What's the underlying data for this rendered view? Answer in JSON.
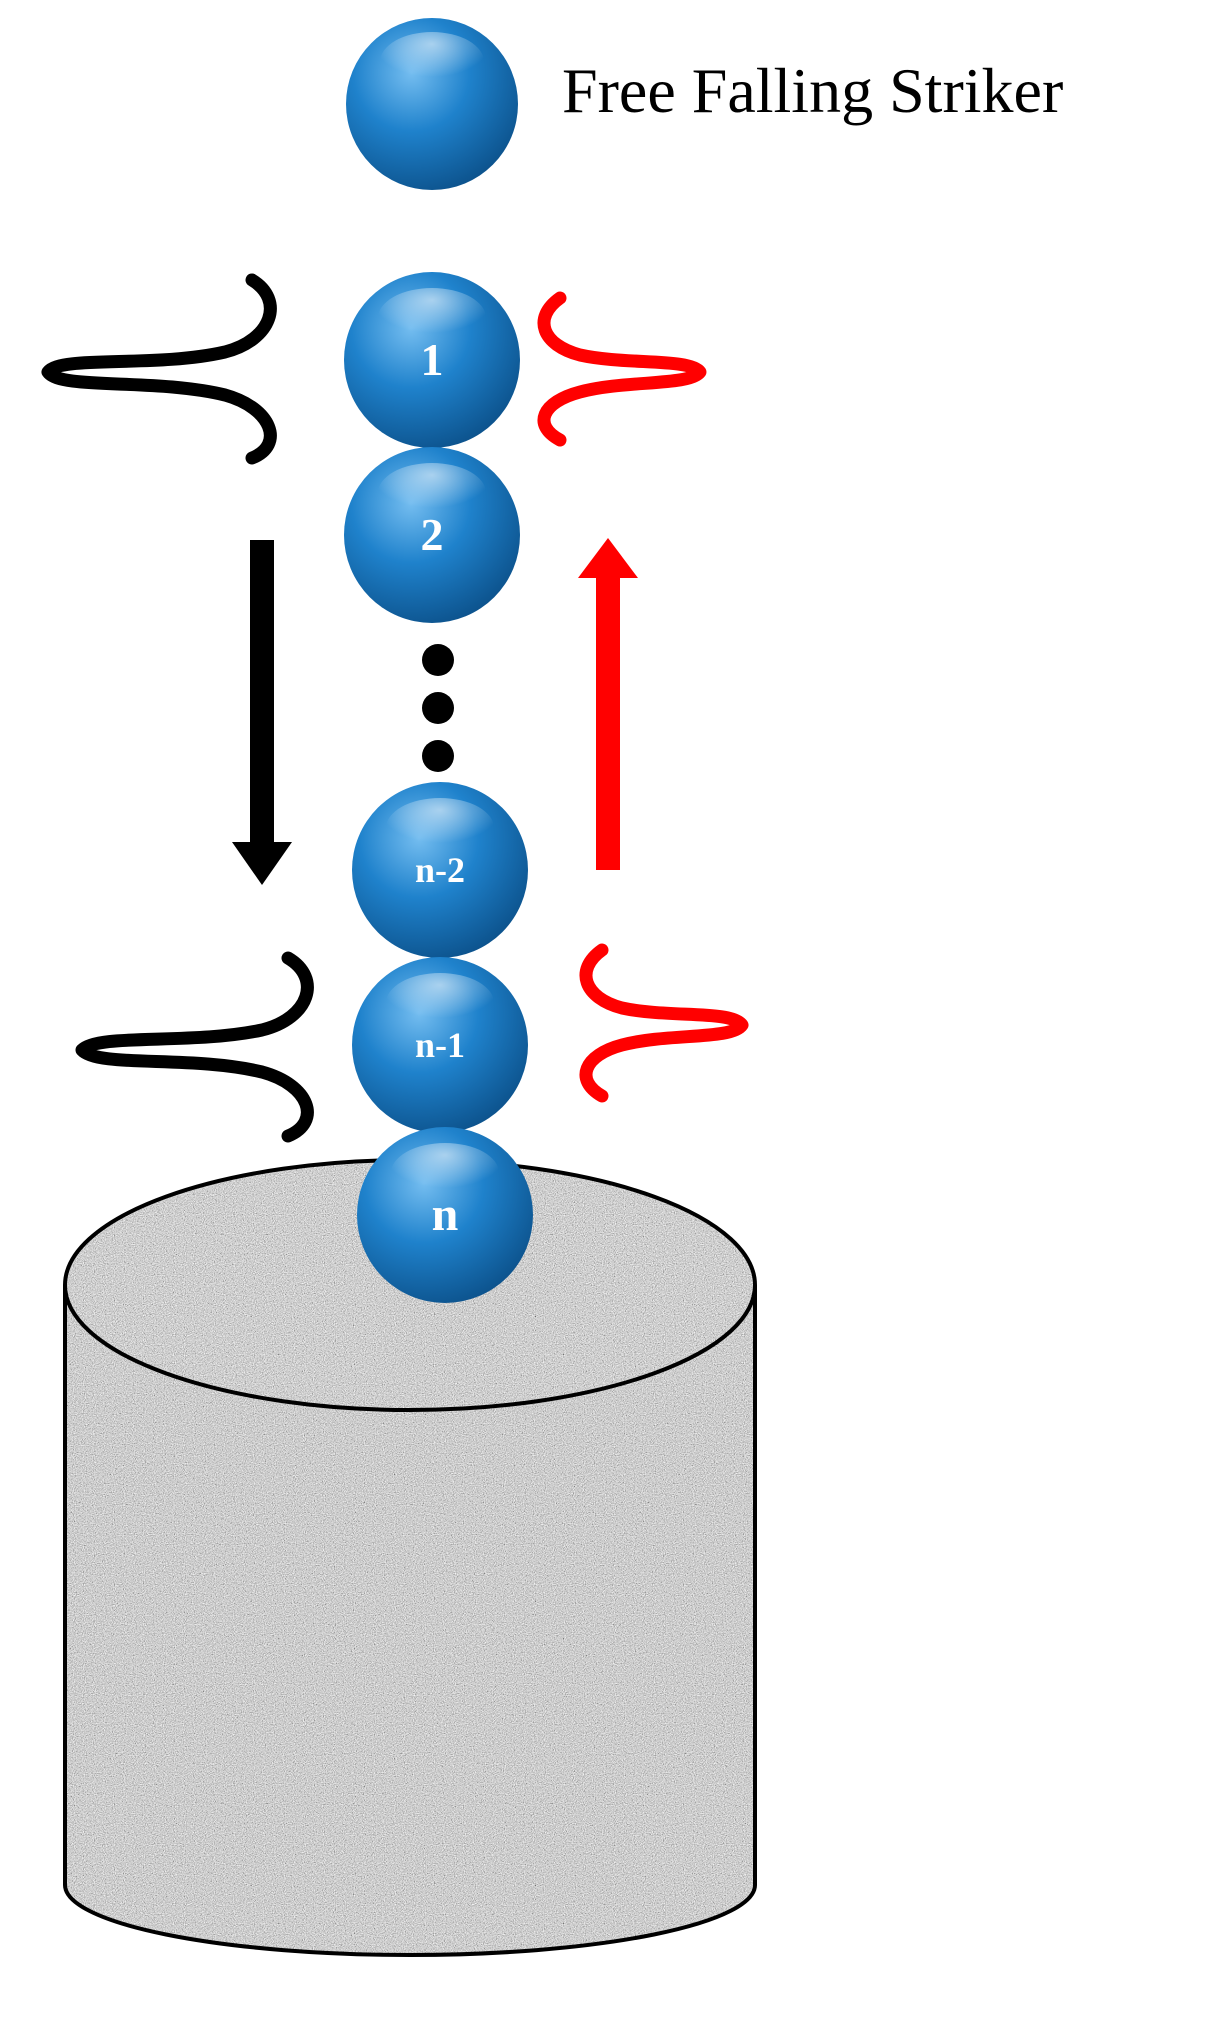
{
  "labels": {
    "striker": "Free Falling Striker"
  },
  "beads": [
    {
      "id": "bead-1",
      "label": "1"
    },
    {
      "id": "bead-2",
      "label": "2"
    },
    {
      "id": "bead-n-2",
      "label": "n-2"
    },
    {
      "id": "bead-n-1",
      "label": "n-1"
    },
    {
      "id": "bead-n",
      "label": "n"
    }
  ],
  "colors": {
    "bead": "#1a78c2",
    "bead_highlight": "#6fb8ec",
    "bead_shadow": "#0b4f88",
    "incident_wave": "#000000",
    "reflected_wave": "#ff0000",
    "granular_base": "#b0b0b0",
    "outline": "#000000"
  }
}
